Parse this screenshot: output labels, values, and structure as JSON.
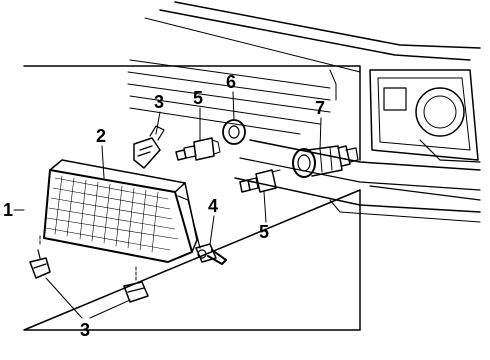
{
  "callouts": [
    {
      "id": "1",
      "label": "1"
    },
    {
      "id": "2",
      "label": "2"
    },
    {
      "id": "3a",
      "label": "3"
    },
    {
      "id": "3b",
      "label": "3"
    },
    {
      "id": "4",
      "label": "4"
    },
    {
      "id": "5a",
      "label": "5"
    },
    {
      "id": "5b",
      "label": "5"
    },
    {
      "id": "6",
      "label": "6"
    },
    {
      "id": "7",
      "label": "7"
    }
  ],
  "colors": {
    "line": "#000000",
    "background": "#ffffff"
  }
}
